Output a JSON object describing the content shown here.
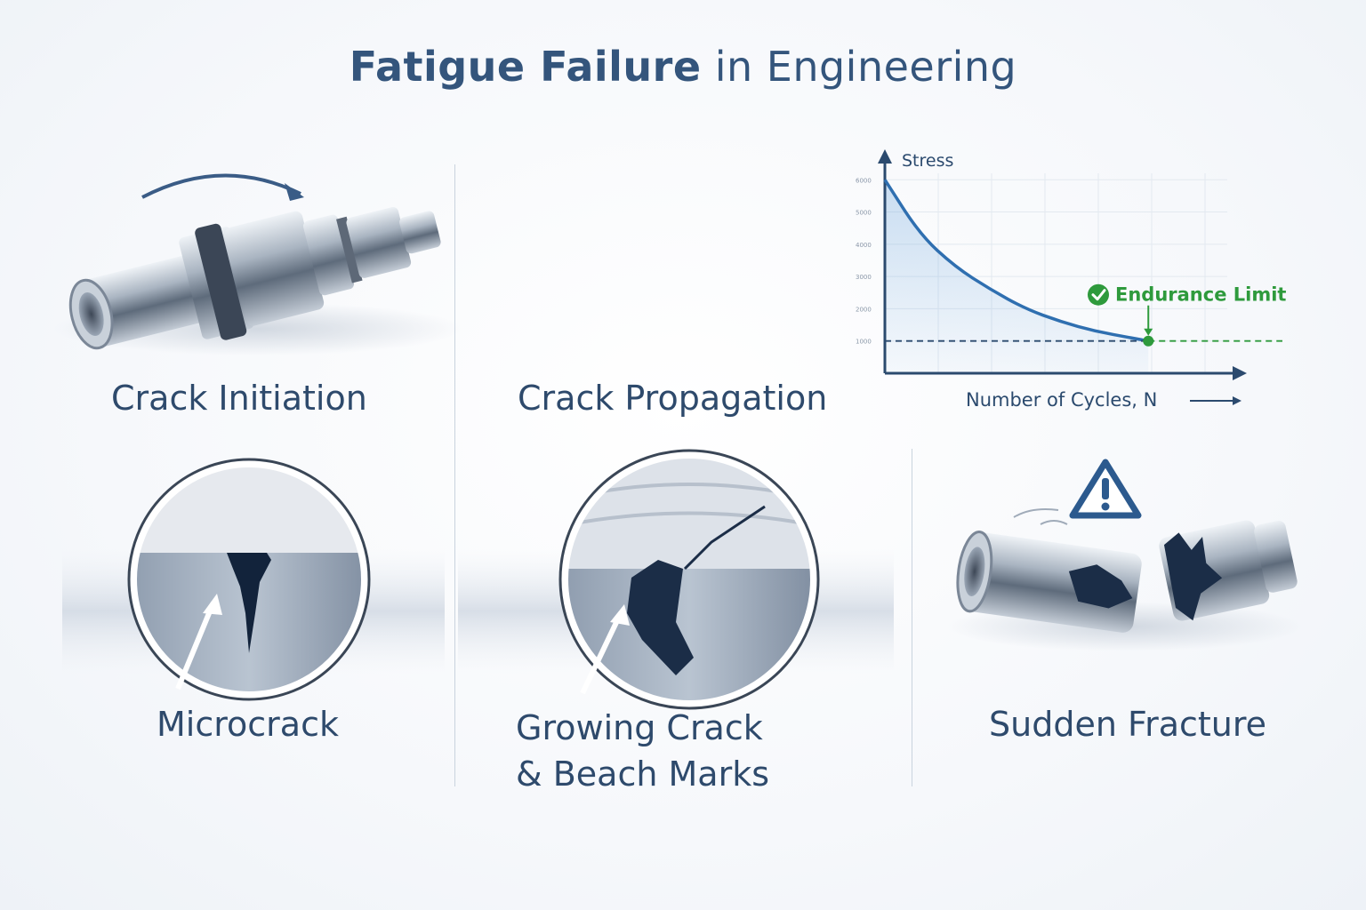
{
  "title": {
    "bold": "Fatigue Failure",
    "rest": " in Engineering"
  },
  "stages": {
    "initiation": "Crack Initiation",
    "propagation": "Crack Propagation",
    "microcrack": "Microcrack",
    "growing_line1": "Growing Crack",
    "growing_line2": "& Beach Marks",
    "fracture": "Sudden Fracture"
  },
  "chart_data": {
    "type": "line",
    "ylabel": "Stress",
    "xlabel": "Number of Cycles, N",
    "y_ticks": [
      "1000",
      "2000",
      "3000",
      "4000",
      "5000",
      "6000"
    ],
    "annotation": "Endurance Limit",
    "series": [
      {
        "x": [
          0,
          0.1,
          0.2,
          0.3,
          0.4,
          0.5,
          0.6,
          0.7,
          0.75
        ],
        "values": [
          6000,
          4300,
          3300,
          2600,
          2000,
          1600,
          1300,
          1100,
          1000
        ]
      }
    ],
    "endurance_limit": 1000,
    "ylim": [
      0,
      6200
    ],
    "grid": true,
    "colors": {
      "curve": "#2f6fb0",
      "limit": "#2e9a3c",
      "axis": "#2b4a6e"
    }
  }
}
